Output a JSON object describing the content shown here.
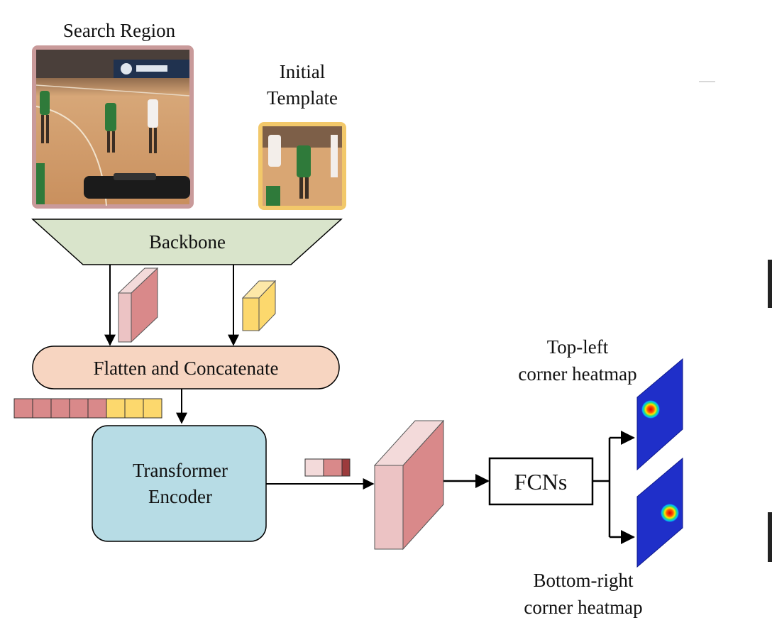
{
  "labels": {
    "search_region": "Search Region",
    "initial_template_line1": "Initial",
    "initial_template_line2": "Template",
    "backbone": "Backbone",
    "flatten": "Flatten and Concatenate",
    "transformer_line1": "Transformer",
    "transformer_line2": "Encoder",
    "fcns": "FCNs",
    "top_left_line1": "Top-left",
    "top_left_line2": "corner heatmap",
    "bottom_right_line1": "Bottom-right",
    "bottom_right_line2": "corner heatmap"
  },
  "colors": {
    "search_border": "#c99a9a",
    "template_border": "#f2c86a",
    "backbone_fill": "#d9e4cb",
    "flatten_fill": "#f7d5c1",
    "transformer_fill": "#b7dce5",
    "feature_pink": "#d9898a",
    "feature_pink_light": "#ecc3c4",
    "feature_yellow": "#fcd86d",
    "heatmap_blue": "#1f2fc9"
  }
}
